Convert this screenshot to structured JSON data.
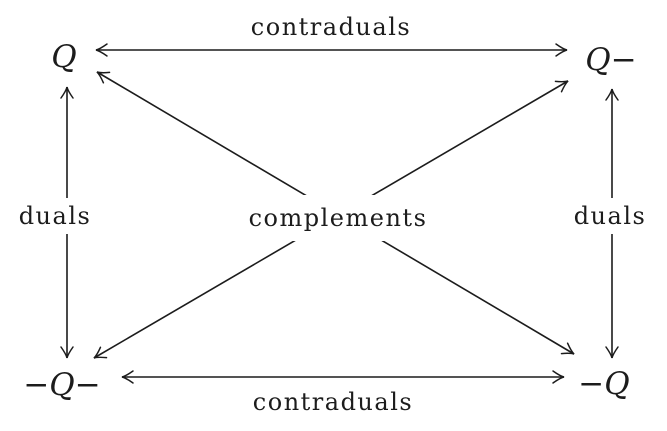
{
  "diagram": {
    "background": "#ffffff",
    "ink_color": "#1c1c1c",
    "nodes": {
      "top_left": {
        "label": "Q"
      },
      "top_right": {
        "label": "Q−"
      },
      "bottom_left": {
        "label": "−Q−"
      },
      "bottom_right": {
        "label": "−Q"
      }
    },
    "edge_labels": {
      "top": "contraduals",
      "bottom": "contraduals",
      "left": "duals",
      "right": "duals",
      "center": "complements"
    },
    "relations": [
      {
        "name": "contraduals",
        "between": [
          "Q",
          "Q−"
        ],
        "style": "double-headed horizontal arrow (top)"
      },
      {
        "name": "contraduals",
        "between": [
          "−Q−",
          "−Q"
        ],
        "style": "double-headed horizontal arrow (bottom)"
      },
      {
        "name": "duals",
        "between": [
          "Q",
          "−Q−"
        ],
        "style": "double-headed vertical arrow (left)"
      },
      {
        "name": "duals",
        "between": [
          "Q−",
          "−Q"
        ],
        "style": "double-headed vertical arrow (right)"
      },
      {
        "name": "complements",
        "between": [
          "Q",
          "−Q"
        ],
        "style": "double-headed diagonal arrow"
      },
      {
        "name": "complements",
        "between": [
          "−Q−",
          "Q−"
        ],
        "style": "double-headed diagonal arrow"
      }
    ]
  }
}
